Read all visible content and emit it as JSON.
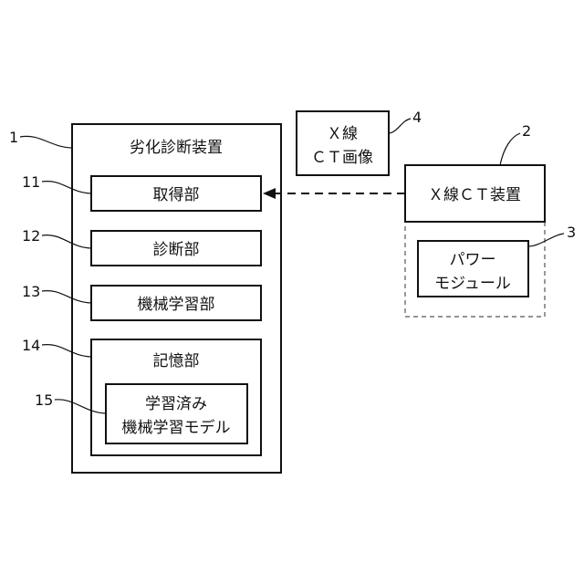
{
  "device": {
    "number": "1",
    "title": "劣化診断装置",
    "acquisition": {
      "number": "11",
      "label": "取得部"
    },
    "diagnosis": {
      "number": "12",
      "label": "診断部"
    },
    "machine_learning": {
      "number": "13",
      "label": "機械学習部"
    },
    "storage": {
      "number": "14",
      "label": "記憶部",
      "model": {
        "number": "15",
        "line1": "学習済み",
        "line2": "機械学習モデル"
      }
    }
  },
  "xray_image": {
    "number": "4",
    "line1": "Ｘ線",
    "line2": "ＣＴ画像"
  },
  "xray_ct_device": {
    "number": "2",
    "label": "Ｘ線ＣＴ装置"
  },
  "power_module": {
    "number": "3",
    "line1": "パワー",
    "line2": "モジュール"
  }
}
